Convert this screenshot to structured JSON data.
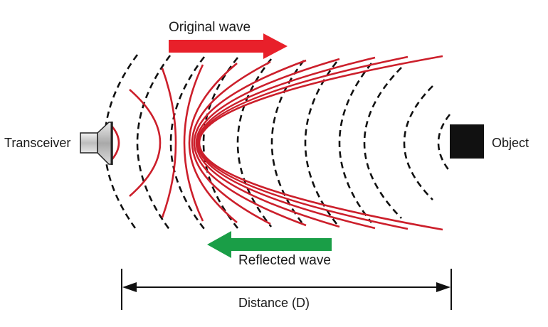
{
  "labels": {
    "original_wave": "Original wave",
    "reflected_wave": "Reflected wave",
    "transceiver": "Transceiver",
    "object": "Object",
    "distance": "Distance (D)"
  },
  "colors": {
    "original_wave": "#cc1f2b",
    "reflected_wave": "#111111",
    "original_arrow": "#e8202a",
    "reflected_arrow": "#1a9e47",
    "object": "#111111",
    "dimension_line": "#111111"
  },
  "icons": {
    "transceiver": "speaker-icon",
    "object": "block-icon"
  }
}
